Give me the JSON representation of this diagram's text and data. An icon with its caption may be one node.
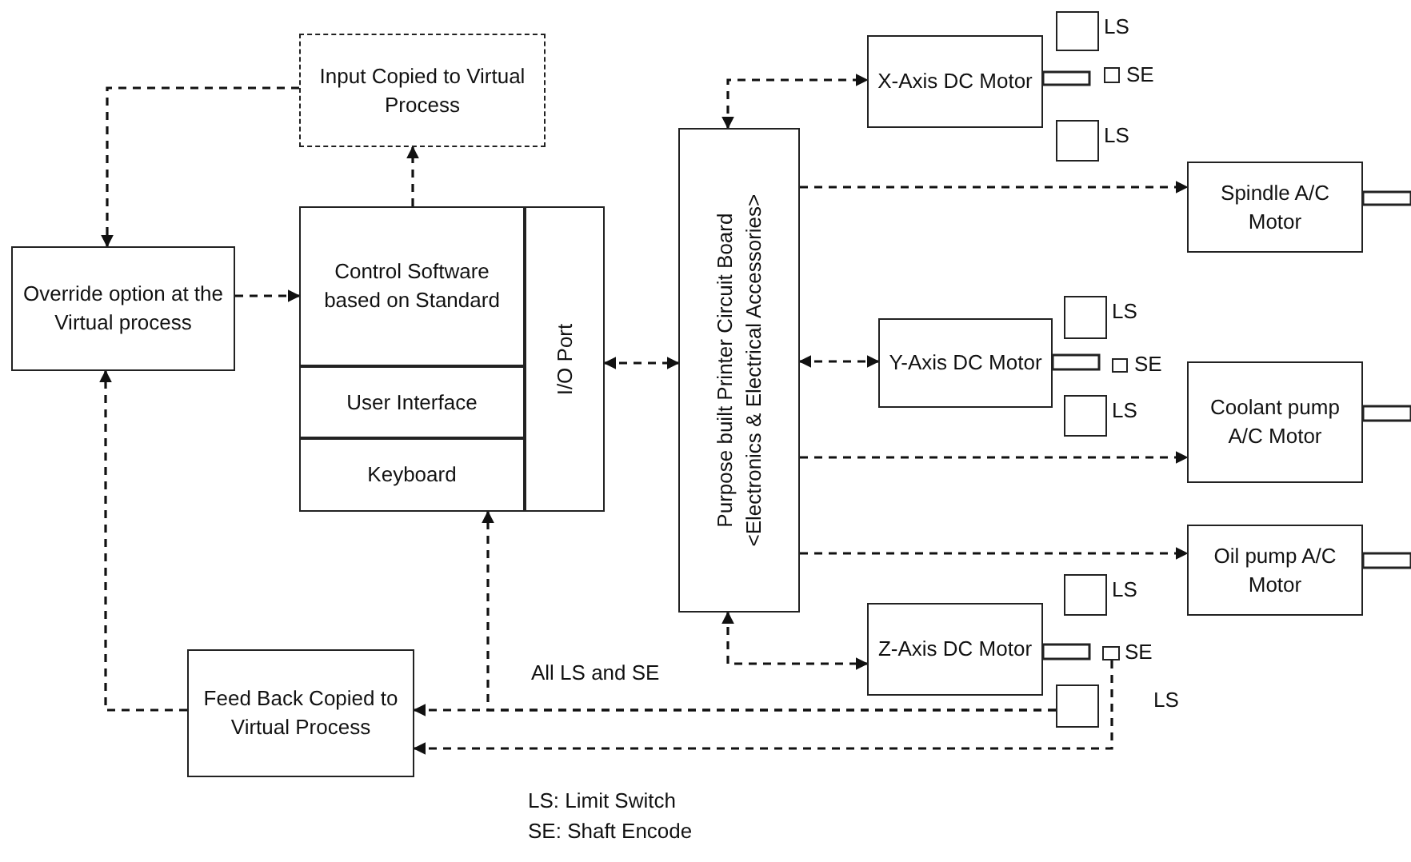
{
  "diagram": {
    "nodes": [
      {
        "text": [
          "Input Copied to Virtual Process"
        ]
      },
      {
        "text": [
          "Override option at the Virtual process"
        ]
      },
      {
        "text": [
          "Control Software based on Standard"
        ]
      },
      {
        "text": [
          "User Interface"
        ]
      },
      {
        "text": [
          "Keyboard"
        ]
      },
      {
        "text": [
          "I/O Port"
        ]
      },
      {
        "text": [
          "Purpose built Printer Circuit Board",
          "<Electronics & Electrical Accessories>"
        ]
      },
      {
        "text": [
          "X-Axis DC Motor"
        ]
      },
      {
        "text": [],
        "shape": "box",
        "beside": [
          "LS"
        ]
      },
      {
        "text": [],
        "shape": "box",
        "beside": [
          "SE"
        ]
      },
      {
        "text": [],
        "shape": "box",
        "beside": [
          "LS"
        ]
      },
      {
        "text": [
          "Spindle A/C Motor"
        ]
      },
      {
        "text": [
          "Y-Axis DC Motor"
        ]
      },
      {
        "text": [],
        "shape": "box",
        "beside": [
          "LS"
        ]
      },
      {
        "text": [],
        "shape": "box",
        "beside": [
          "SE"
        ]
      },
      {
        "text": [],
        "shape": "box",
        "beside": [
          "LS"
        ]
      },
      {
        "text": [
          "Coolant pump A/C Motor"
        ]
      },
      {
        "text": [
          "Oil pump A/C Motor"
        ]
      },
      {
        "text": [
          "Z-Axis DC Motor"
        ]
      },
      {
        "text": [],
        "shape": "box",
        "beside": [
          "LS"
        ]
      },
      {
        "text": [],
        "shape": "box",
        "beside": [
          "SE"
        ]
      },
      {
        "text": [],
        "shape": "box",
        "beside": [
          "LS"
        ]
      },
      {
        "text": [
          "Feed Back Copied to Virtual Process"
        ]
      }
    ],
    "edges": [
      {
        "from": 0,
        "to": 1,
        "arrow": "to"
      },
      {
        "from": 1,
        "to": 2,
        "arrow": "to"
      },
      {
        "from": 2,
        "to": 0,
        "arrow": "to"
      },
      {
        "from": 5,
        "to": 6,
        "arrow": "both"
      },
      {
        "from": 6,
        "to": 7,
        "arrow": "both"
      },
      {
        "from": 6,
        "to": 11,
        "arrow": "to"
      },
      {
        "from": 6,
        "to": 12,
        "arrow": "both"
      },
      {
        "from": 6,
        "to": 16,
        "arrow": "to"
      },
      {
        "from": 6,
        "to": 17,
        "arrow": "to"
      },
      {
        "from": 6,
        "to": 18,
        "arrow": "both"
      },
      {
        "from": 21,
        "to": 22,
        "arrow": "to",
        "label": "All LS and SE"
      },
      {
        "from": 21,
        "to": 4,
        "arrow": "to"
      },
      {
        "from": 20,
        "to": 22,
        "arrow": "to"
      },
      {
        "from": 22,
        "to": 1,
        "arrow": "to"
      }
    ],
    "labels": [
      "LS: Limit Switch",
      "SE: Shaft Encode"
    ]
  }
}
